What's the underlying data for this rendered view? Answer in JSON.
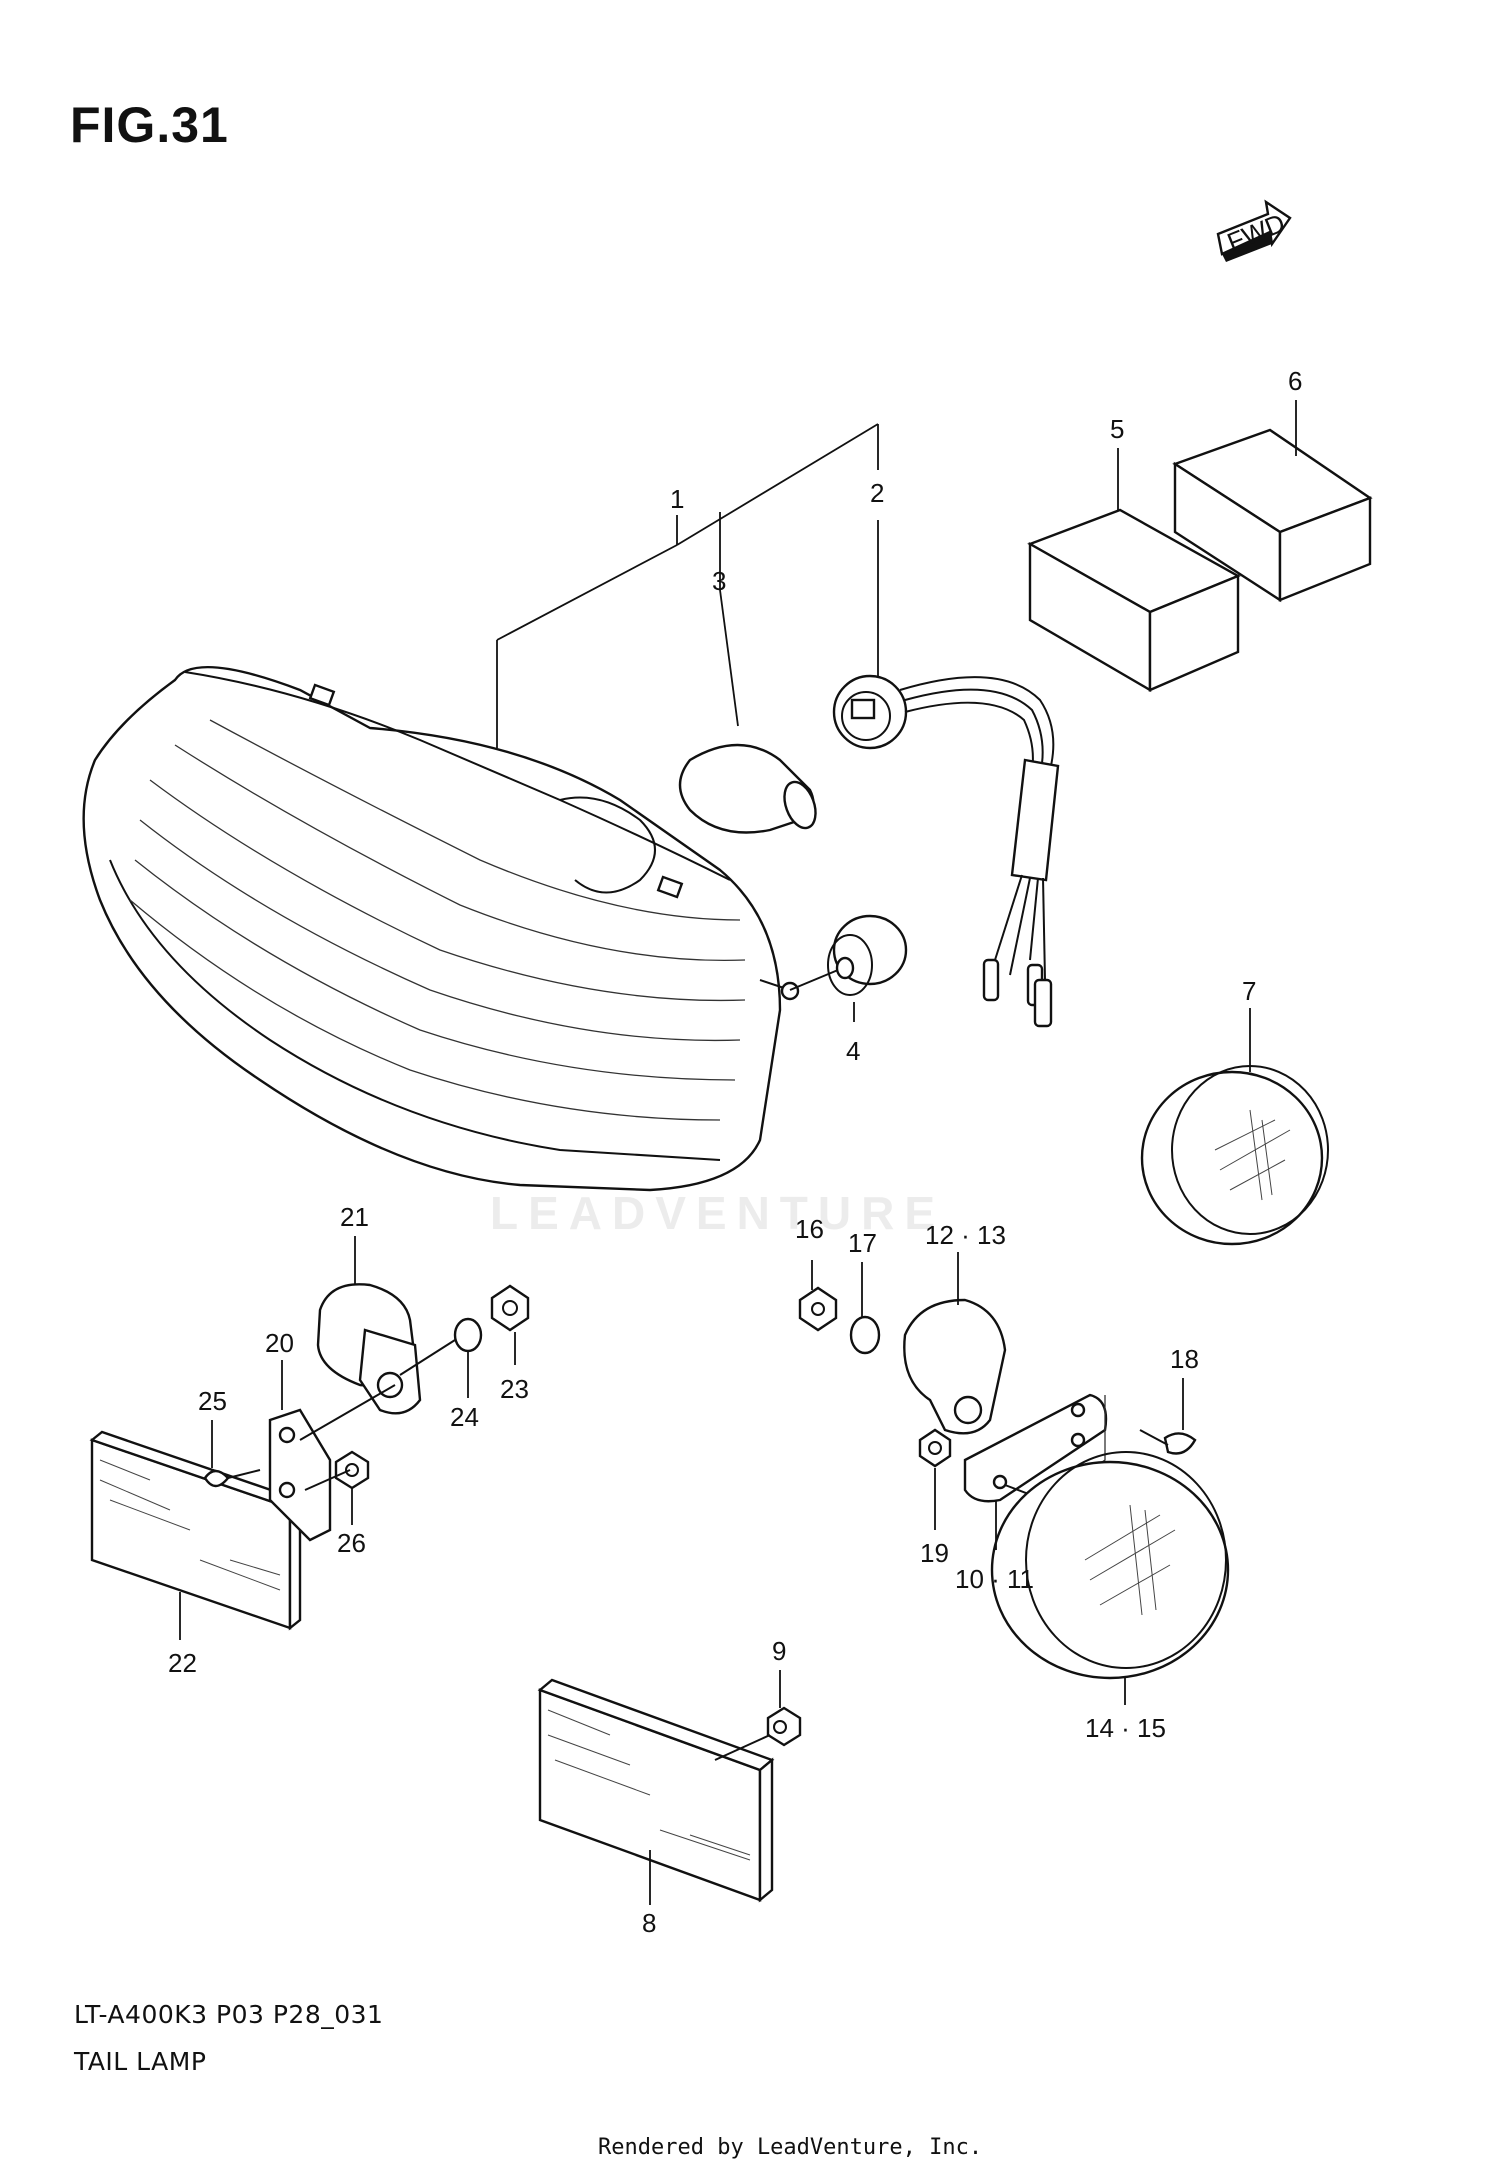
{
  "figure": {
    "title": "FIG.31"
  },
  "fwd_badge": {
    "label": "FWD"
  },
  "watermark": {
    "text": "LEADVENTURE"
  },
  "footer": {
    "model_code": "LT-A400K3 P03 P28_031",
    "assembly_name": "TAIL LAMP",
    "rendered_by": "Rendered by LeadVenture, Inc."
  },
  "callouts": [
    {
      "id": "c1",
      "label": "1"
    },
    {
      "id": "c2",
      "label": "2"
    },
    {
      "id": "c3",
      "label": "3"
    },
    {
      "id": "c4",
      "label": "4"
    },
    {
      "id": "c5",
      "label": "5"
    },
    {
      "id": "c6",
      "label": "6"
    },
    {
      "id": "c7",
      "label": "7"
    },
    {
      "id": "c8",
      "label": "8"
    },
    {
      "id": "c9",
      "label": "9"
    },
    {
      "id": "c10_11",
      "label": "10 · 11"
    },
    {
      "id": "c12_13",
      "label": "12 · 13"
    },
    {
      "id": "c14_15",
      "label": "14 · 15"
    },
    {
      "id": "c16",
      "label": "16"
    },
    {
      "id": "c17",
      "label": "17"
    },
    {
      "id": "c18",
      "label": "18"
    },
    {
      "id": "c19",
      "label": "19"
    },
    {
      "id": "c20",
      "label": "20"
    },
    {
      "id": "c21",
      "label": "21"
    },
    {
      "id": "c22",
      "label": "22"
    },
    {
      "id": "c23",
      "label": "23"
    },
    {
      "id": "c24",
      "label": "24"
    },
    {
      "id": "c25",
      "label": "25"
    },
    {
      "id": "c26",
      "label": "26"
    }
  ]
}
